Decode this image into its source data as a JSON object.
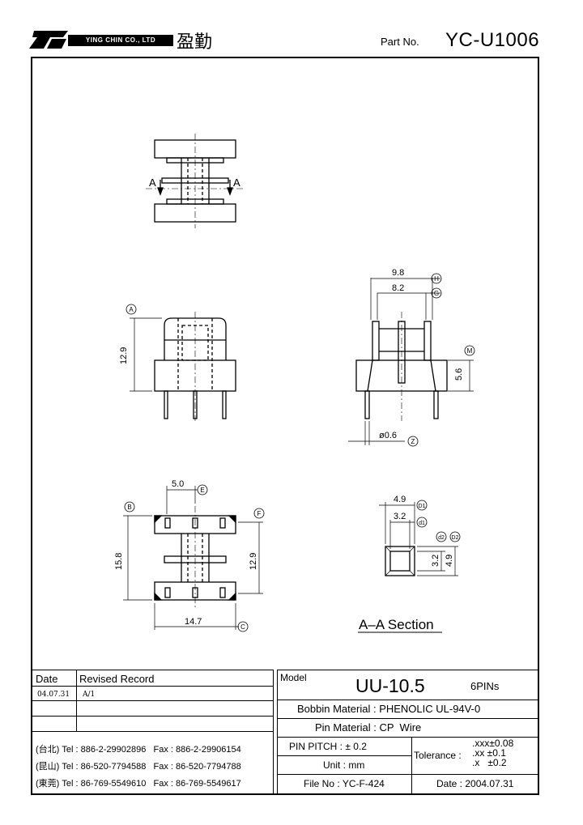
{
  "header": {
    "company": "YING CHIN CO., LTD",
    "brand_cn": "盈勤",
    "part_label": "Part No.",
    "part_no": "YC-U1006"
  },
  "drawing": {
    "section_marker": "A",
    "section_title": "A–A Section",
    "dims": {
      "d_9_8": "9.8",
      "d_8_2": "8.2",
      "d_12_9_side": "12.9",
      "d_5_6": "5.6",
      "d_0_6": "ø0.6",
      "d_12_9_bottom": "12.9",
      "d_15_8": "15.8",
      "d_5_0": "5.0",
      "d_14_7": "14.7",
      "d_4_9_top": "4.9",
      "d_3_2_top": "3.2",
      "d_3_2_side": "3.2",
      "d_4_9_side": "4.9"
    },
    "refs": {
      "A": "A",
      "B": "B",
      "C": "C",
      "E": "E",
      "F": "F",
      "G": "G",
      "H": "H",
      "M": "M",
      "Z": "Z",
      "D1": "D1",
      "d1": "d1",
      "D2": "D2",
      "d2": "d2"
    }
  },
  "revision": {
    "col_date": "Date",
    "col_record": "Revised Record",
    "rows": [
      {
        "date": "04.07.31",
        "record": "A/1"
      },
      {
        "date": "",
        "record": ""
      },
      {
        "date": "",
        "record": ""
      }
    ],
    "contacts": [
      {
        "loc": "(台北)",
        "tel": "Tel : 886-2-29902896",
        "fax": "Fax : 886-2-29906154"
      },
      {
        "loc": "(昆山)",
        "tel": "Tel : 86-520-7794588",
        "fax": "Fax : 86-520-7794788"
      },
      {
        "loc": "(東莞)",
        "tel": "Tel : 86-769-5549610",
        "fax": "Fax : 86-769-5549617"
      }
    ]
  },
  "spec": {
    "model_label": "Model",
    "model": "UU-10.5",
    "pins": "6PINs",
    "bobbin_label": "Bobbin Material :",
    "bobbin": "PHENOLIC UL-94V-0",
    "pin_label": "Pin Material :",
    "pin": "CP  Wire",
    "pitch_label": "PIN PITCH :",
    "pitch": "± 0.2",
    "unit_label": "Unit :",
    "unit": "mm",
    "tolerance_label": "Tolerance :",
    "tol_xxx": ".xxx±0.08",
    "tol_xx": ".xx ±0.1",
    "tol_x": ".x   ±0.2",
    "file_label": "File  No :",
    "file": "YC-F-424",
    "date_label": "Date :",
    "date": "2004.07.31"
  }
}
